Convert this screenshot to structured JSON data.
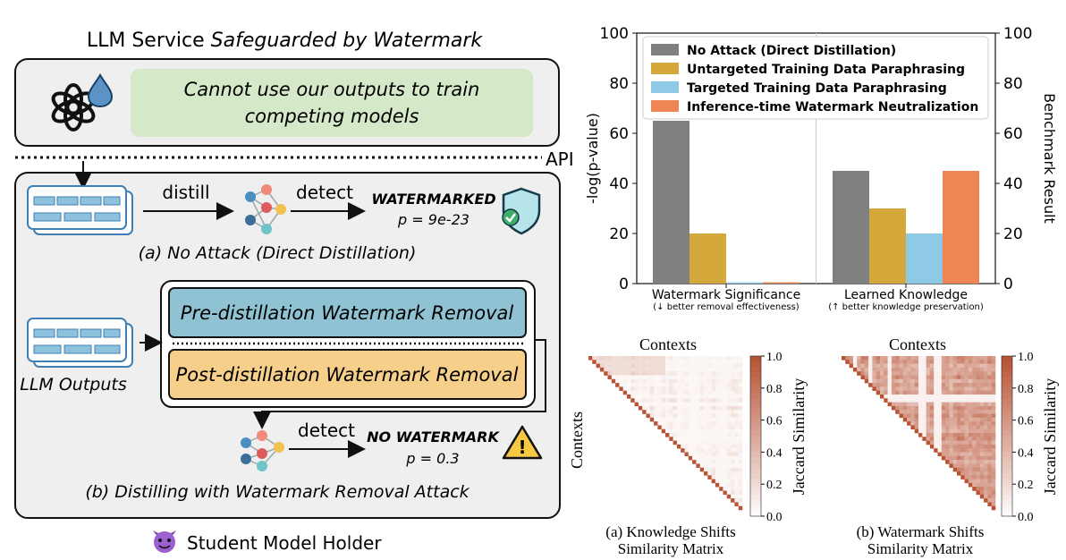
{
  "left": {
    "title_plain": "LLM Service ",
    "title_italic": "Safeguarded by Watermark",
    "banner": [
      "Cannot use our outputs to train",
      "competing models"
    ],
    "api_label": "API",
    "distill_label": "distill",
    "detect_label": "detect",
    "watermarked_label": "WATERMARKED",
    "p_value_a": "p = 9e-23",
    "caption_a": "(a) No Attack (Direct Distillation)",
    "pre_removal": "Pre-distillation Watermark Removal",
    "post_removal": "Post-distillation Watermark Removal",
    "llm_outputs": "LLM Outputs",
    "detect_label_b": "detect",
    "no_watermark_label": "NO WATERMARK",
    "p_value_b": "p = 0.3",
    "caption_b": "(b) Distilling with Watermark Removal Attack",
    "footer": "Student Model Holder",
    "devil_glyph": "😈",
    "warning_glyph": "!",
    "icons": [
      "openai-logo-icon",
      "water-drop-icon",
      "document-stack-icon",
      "neural-network-icon",
      "shield-check-icon",
      "warning-icon",
      "devil-emoji-icon"
    ],
    "colors": {
      "banner": "#d5e8c8",
      "pre": "#8fc3d4",
      "post": "#f6d08a",
      "panel": "#efefef"
    }
  },
  "chart_data": [
    {
      "type": "bar",
      "categories": [
        "Watermark Significance",
        "Learned Knowledge"
      ],
      "category_notes": [
        "(↓ better removal effectiveness)",
        "(↑ better knowledge preservation)"
      ],
      "series": [
        {
          "name": "No Attack (Direct Distillation)",
          "values": [
            65,
            45
          ],
          "color": "#808080"
        },
        {
          "name": "Untargeted Training Data Paraphrasing",
          "values": [
            20,
            30
          ],
          "color": "#d4a83a"
        },
        {
          "name": "Targeted Training Data Paraphrasing",
          "values": [
            0.5,
            20
          ],
          "color": "#8ecae6"
        },
        {
          "name": "Inference-time Watermark Neutralization",
          "values": [
            0.5,
            45
          ],
          "color": "#ef8454"
        }
      ],
      "ylabel": "-log(p-value)",
      "y2label": "Benchmark Result",
      "ylim": [
        0,
        100
      ],
      "yticks": [
        "0",
        "20",
        "40",
        "60",
        "80",
        "100"
      ],
      "legend": "top-right"
    },
    {
      "type": "heatmap",
      "title": "Contexts",
      "ylabel": "Contexts",
      "colorbar_label": "Jaccard Similarity",
      "colorbar_ticks": [
        "0.0",
        "0.2",
        "0.4",
        "0.6",
        "0.8",
        "1.0"
      ],
      "caption": [
        "(a) Knowledge Shifts",
        "Similarity Matrix"
      ],
      "pattern": "sparse-light",
      "color_high": "#b85436",
      "color_low": "#ffffff"
    },
    {
      "type": "heatmap",
      "title": "Contexts",
      "colorbar_label": "Jaccard Similarity",
      "colorbar_ticks": [
        "0.0",
        "0.2",
        "0.4",
        "0.6",
        "0.8",
        "1.0"
      ],
      "caption": [
        "(b) Watermark Shifts",
        "Similarity Matrix"
      ],
      "pattern": "dense-medium",
      "color_high": "#b85436",
      "color_low": "#ffffff"
    }
  ]
}
